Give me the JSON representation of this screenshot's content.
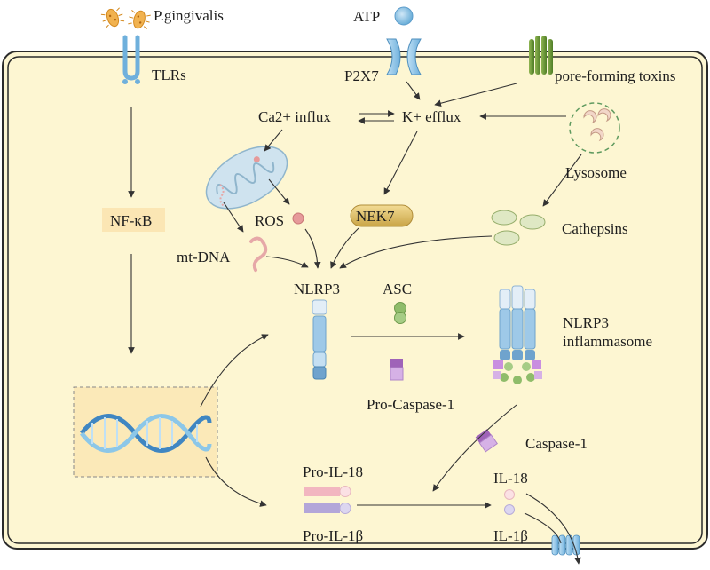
{
  "labels": {
    "pathogen": "P.gingivalis",
    "atp": "ATP",
    "tlrs": "TLRs",
    "p2x7": "P2X7",
    "pore_toxins": "pore-forming toxins",
    "ca_influx": "Ca2+ influx",
    "k_efflux": "K+ efflux",
    "lysosome": "Lysosome",
    "nfkb": "NF-κB",
    "ros": "ROS",
    "nek7": "NEK7",
    "mtdna": "mt-DNA",
    "cathepsins": "Cathepsins",
    "nlrp3": "NLRP3",
    "asc": "ASC",
    "inflammasome_line1": "NLRP3",
    "inflammasome_line2": "inflammasome",
    "pro_caspase1": "Pro-Caspase-1",
    "caspase1": "Caspase-1",
    "pro_il18": "Pro-IL-18",
    "pro_il1b": "Pro-IL-1β",
    "il18": "IL-18",
    "il1b": "IL-1β"
  },
  "colors": {
    "cell_fill": "#fdf6d2",
    "cell_border": "#2b2b2b",
    "receptor_blue": "#8ec5e8",
    "nucleus_fill": "#fbe9b8",
    "label_box": "#fbe6b4",
    "toxin_green": "#6f9a3a",
    "nek7_gold": "#e2c26a",
    "cathepsin_green": "#dfe8c4",
    "asc_green": "#9cc27a",
    "caspase_purple": "#c49bd6",
    "pro_il18_pink": "#f2b6c0",
    "pro_il1b_lavender": "#b3a6d9",
    "arrow": "#333333"
  }
}
